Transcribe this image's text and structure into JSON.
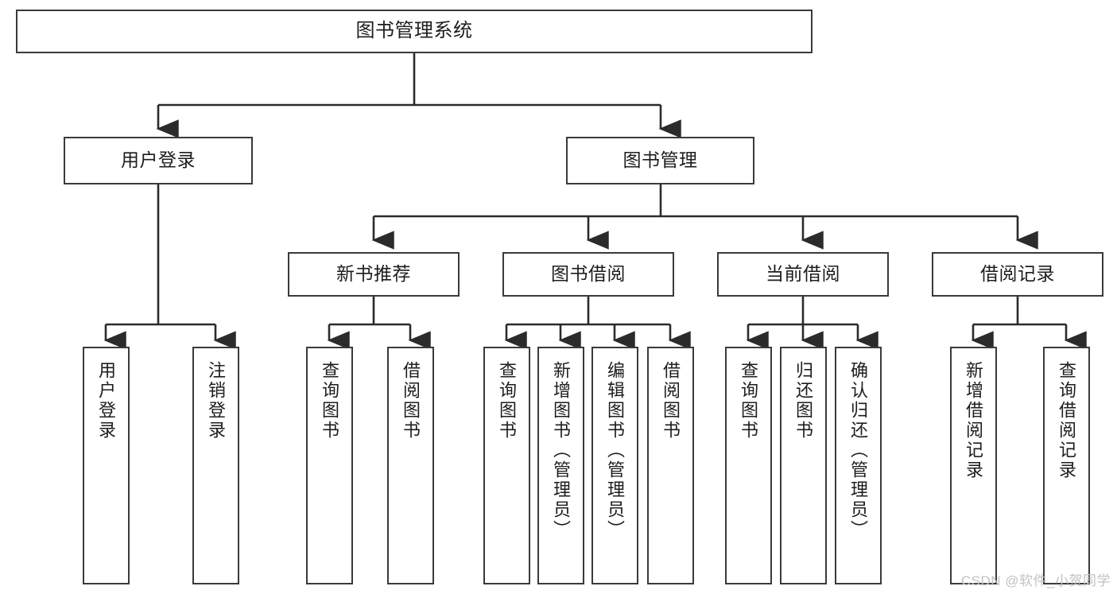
{
  "diagram": {
    "title": "图书管理系统",
    "type": "tree-hierarchy",
    "watermark": "CSDN @软件_小贺同学",
    "colors": {
      "box_border": "#3a3a3a",
      "box_fill": "#ffffff",
      "connector": "#2b2b2b",
      "text": "#1d1d1d",
      "watermark": "#c2c2c2"
    },
    "root": {
      "label": "图书管理系统"
    },
    "level2": [
      {
        "label": "用户登录"
      },
      {
        "label": "图书管理"
      }
    ],
    "level3": [
      {
        "label": "新书推荐"
      },
      {
        "label": "图书借阅"
      },
      {
        "label": "当前借阅"
      },
      {
        "label": "借阅记录"
      }
    ],
    "leaves": {
      "user_login": [
        {
          "label": "用户登录"
        },
        {
          "label": "注销登录"
        }
      ],
      "new_book_recommend": [
        {
          "label": "查询图书"
        },
        {
          "label": "借阅图书"
        }
      ],
      "book_borrow": [
        {
          "label": "查询图书"
        },
        {
          "label": "新增图书（管理员）"
        },
        {
          "label": "编辑图书（管理员）"
        },
        {
          "label": "借阅图书"
        }
      ],
      "current_borrow": [
        {
          "label": "查询图书"
        },
        {
          "label": "归还图书"
        },
        {
          "label": "确认归还（管理员）"
        }
      ],
      "borrow_record": [
        {
          "label": "新增借阅记录"
        },
        {
          "label": "查询借阅记录"
        }
      ]
    }
  }
}
